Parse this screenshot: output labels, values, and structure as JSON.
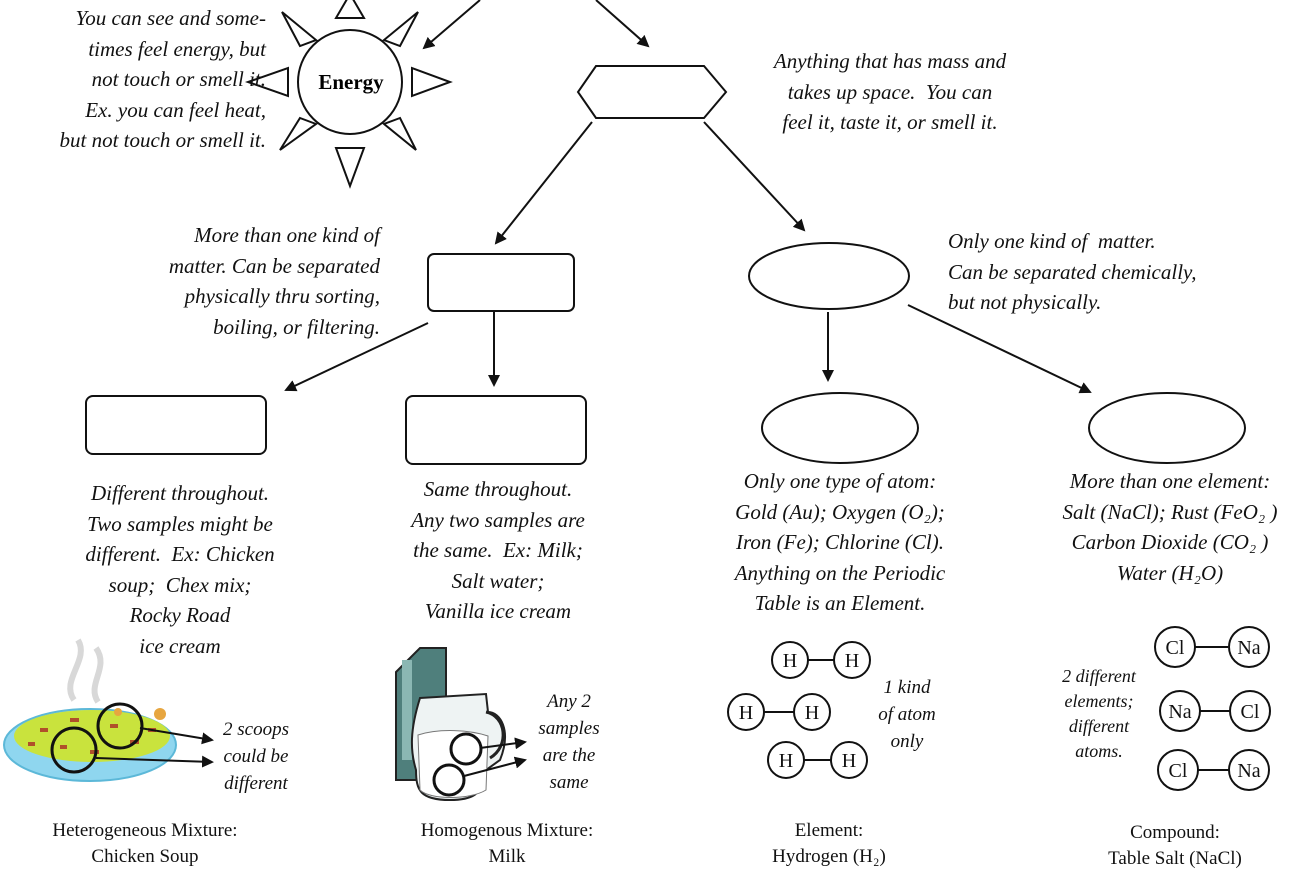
{
  "energy": {
    "label": "Energy",
    "description": "You can see and some-\ntimes feel energy, but\nnot touch or smell it.\nEx. you can feel heat,\nbut not touch or smell it."
  },
  "matter": {
    "description": "Anything that has mass and\ntakes up space.  You can\nfeel it, taste it, or smell it."
  },
  "mixture": {
    "description": "More than one kind of\nmatter. Can be separated\nphysically thru sorting,\nboiling, or filtering."
  },
  "pure_substance": {
    "description": "Only one kind of  matter.\nCan be separated chemically,\nbut not physically."
  },
  "heterogeneous": {
    "description": "Different throughout.\nTwo samples might be\ndifferent.  Ex: Chicken\nsoup;  Chex mix;\nRocky Road\nice cream",
    "annotation": "2 scoops\ncould be\ndifferent",
    "caption": "Heterogeneous Mixture:\nChicken Soup"
  },
  "homogeneous": {
    "description": "Same throughout.\nAny two samples are\nthe same.  Ex: Milk;\nSalt water;\nVanilla ice cream",
    "annotation": "Any 2\nsamples\nare the\nsame",
    "caption": "Homogenous Mixture:\nMilk"
  },
  "element": {
    "description": "Only one type of atom:\nGold (Au); Oxygen (O₂);\nIron (Fe); Chlorine (Cl).\nAnything on the Periodic\nTable is an Element.",
    "annotation": "1 kind\nof atom\nonly",
    "atom_symbol": "H",
    "caption": "Element:\nHydrogen (H₂)"
  },
  "compound": {
    "description": "More than one element:\nSalt (NaCl); Rust (FeO₂ )\nCarbon Dioxide (CO₂ )\nWater (H₂O)",
    "annotation": "2 different\nelements;\ndifferent\natoms.",
    "atom_a": "Cl",
    "atom_b": "Na",
    "caption": "Compound:\nTable Salt (NaCl)"
  },
  "colors": {
    "line": "#111111",
    "soup_bowl": "#7fd0ec",
    "soup": "#c7e23a",
    "jug": "#4f7f7c"
  }
}
